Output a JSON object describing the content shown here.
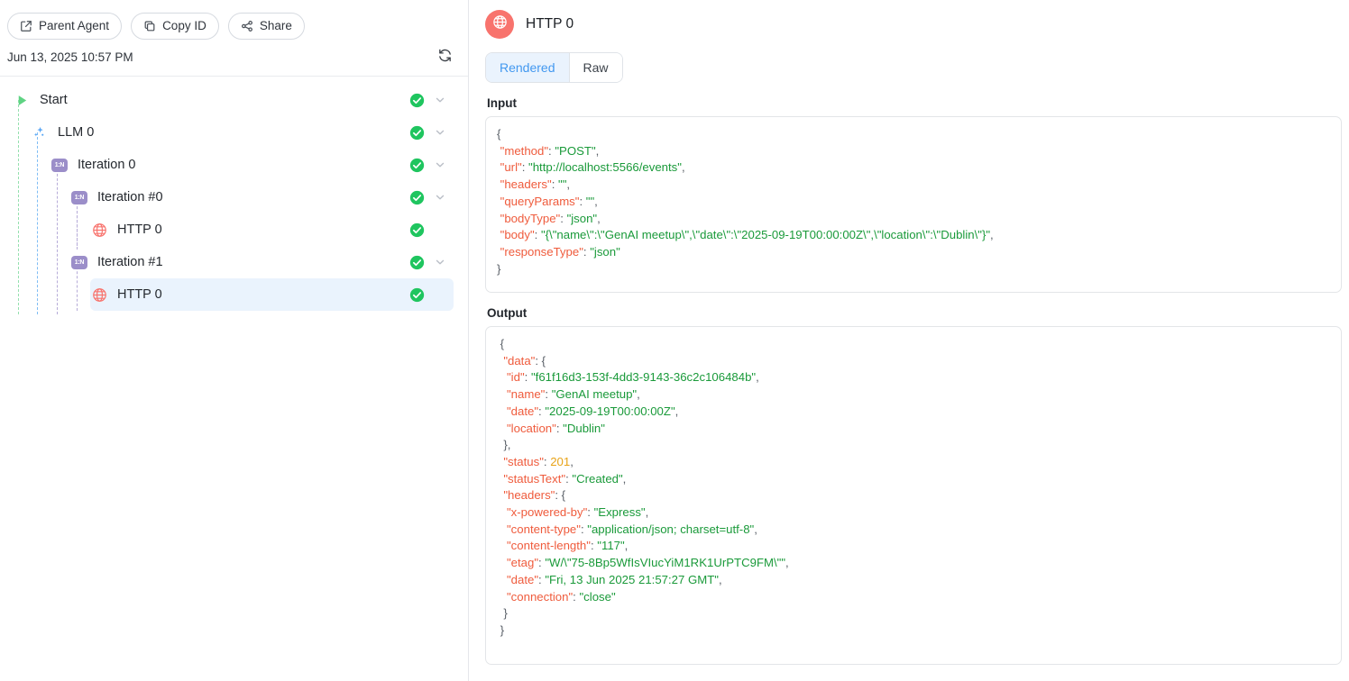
{
  "sidebar": {
    "toolbar": [
      {
        "label": "Parent Agent",
        "icon": "external-link-icon"
      },
      {
        "label": "Copy ID",
        "icon": "copy-icon"
      },
      {
        "label": "Share",
        "icon": "share-icon"
      }
    ],
    "timestamp": "Jun 13, 2025 10:57 PM",
    "refresh_icon": "refresh-icon",
    "tree": [
      {
        "label": "Start",
        "icon": "play-icon",
        "indent": 0,
        "status": "success",
        "chevron": true,
        "selected": false
      },
      {
        "label": "LLM 0",
        "icon": "sparkle-icon",
        "indent": 1,
        "status": "success",
        "chevron": true,
        "selected": false
      },
      {
        "label": "Iteration 0",
        "icon": "iteration-badge-icon",
        "badge_text": "1:N",
        "indent": 2,
        "status": "success",
        "chevron": true,
        "selected": false
      },
      {
        "label": "Iteration #0",
        "icon": "iteration-badge-icon",
        "badge_text": "1:N",
        "indent": 3,
        "status": "success",
        "chevron": true,
        "selected": false
      },
      {
        "label": "HTTP 0",
        "icon": "globe-icon",
        "indent": 4,
        "status": "success",
        "chevron": false,
        "selected": false
      },
      {
        "label": "Iteration #1",
        "icon": "iteration-badge-icon",
        "badge_text": "1:N",
        "indent": 3,
        "status": "success",
        "chevron": true,
        "selected": false
      },
      {
        "label": "HTTP 0",
        "icon": "globe-icon",
        "indent": 4,
        "status": "success",
        "chevron": false,
        "selected": true
      }
    ]
  },
  "main": {
    "header": {
      "title": "HTTP 0",
      "icon": "globe-icon",
      "avatar_color": "#f8736d"
    },
    "tabs": [
      {
        "label": "Rendered",
        "active": true
      },
      {
        "label": "Raw",
        "active": false
      }
    ],
    "input": {
      "label": "Input",
      "lines": [
        [
          {
            "t": "{",
            "c": "p"
          }
        ],
        [
          {
            "t": " ",
            "c": "p"
          },
          {
            "t": "\"method\"",
            "c": "k"
          },
          {
            "t": ": ",
            "c": "p"
          },
          {
            "t": "\"POST\"",
            "c": "s"
          },
          {
            "t": ",",
            "c": "p"
          }
        ],
        [
          {
            "t": " ",
            "c": "p"
          },
          {
            "t": "\"url\"",
            "c": "k"
          },
          {
            "t": ": ",
            "c": "p"
          },
          {
            "t": "\"http://localhost:5566/events\"",
            "c": "s"
          },
          {
            "t": ",",
            "c": "p"
          }
        ],
        [
          {
            "t": " ",
            "c": "p"
          },
          {
            "t": "\"headers\"",
            "c": "k"
          },
          {
            "t": ": ",
            "c": "p"
          },
          {
            "t": "\"\"",
            "c": "s"
          },
          {
            "t": ",",
            "c": "p"
          }
        ],
        [
          {
            "t": " ",
            "c": "p"
          },
          {
            "t": "\"queryParams\"",
            "c": "k"
          },
          {
            "t": ": ",
            "c": "p"
          },
          {
            "t": "\"\"",
            "c": "s"
          },
          {
            "t": ",",
            "c": "p"
          }
        ],
        [
          {
            "t": " ",
            "c": "p"
          },
          {
            "t": "\"bodyType\"",
            "c": "k"
          },
          {
            "t": ": ",
            "c": "p"
          },
          {
            "t": "\"json\"",
            "c": "s"
          },
          {
            "t": ",",
            "c": "p"
          }
        ],
        [
          {
            "t": " ",
            "c": "p"
          },
          {
            "t": "\"body\"",
            "c": "k"
          },
          {
            "t": ": ",
            "c": "p"
          },
          {
            "t": "\"{\\\"name\\\":\\\"GenAI meetup\\\",\\\"date\\\":\\\"2025-09-19T00:00:00Z\\\",\\\"location\\\":\\\"Dublin\\\"}\"",
            "c": "s"
          },
          {
            "t": ",",
            "c": "p"
          }
        ],
        [
          {
            "t": " ",
            "c": "p"
          },
          {
            "t": "\"responseType\"",
            "c": "k"
          },
          {
            "t": ": ",
            "c": "p"
          },
          {
            "t": "\"json\"",
            "c": "s"
          }
        ],
        [
          {
            "t": "}",
            "c": "p"
          }
        ]
      ]
    },
    "output": {
      "label": "Output",
      "lines": [
        [
          {
            "t": " {",
            "c": "p"
          }
        ],
        [
          {
            "t": "  ",
            "c": "p"
          },
          {
            "t": "\"data\"",
            "c": "k"
          },
          {
            "t": ": {",
            "c": "p"
          }
        ],
        [
          {
            "t": "   ",
            "c": "p"
          },
          {
            "t": "\"id\"",
            "c": "k"
          },
          {
            "t": ": ",
            "c": "p"
          },
          {
            "t": "\"f61f16d3-153f-4dd3-9143-36c2c106484b\"",
            "c": "s"
          },
          {
            "t": ",",
            "c": "p"
          }
        ],
        [
          {
            "t": "   ",
            "c": "p"
          },
          {
            "t": "\"name\"",
            "c": "k"
          },
          {
            "t": ": ",
            "c": "p"
          },
          {
            "t": "\"GenAI meetup\"",
            "c": "s"
          },
          {
            "t": ",",
            "c": "p"
          }
        ],
        [
          {
            "t": "   ",
            "c": "p"
          },
          {
            "t": "\"date\"",
            "c": "k"
          },
          {
            "t": ": ",
            "c": "p"
          },
          {
            "t": "\"2025-09-19T00:00:00Z\"",
            "c": "s"
          },
          {
            "t": ",",
            "c": "p"
          }
        ],
        [
          {
            "t": "   ",
            "c": "p"
          },
          {
            "t": "\"location\"",
            "c": "k"
          },
          {
            "t": ": ",
            "c": "p"
          },
          {
            "t": "\"Dublin\"",
            "c": "s"
          }
        ],
        [
          {
            "t": "  },",
            "c": "p"
          }
        ],
        [
          {
            "t": "  ",
            "c": "p"
          },
          {
            "t": "\"status\"",
            "c": "k"
          },
          {
            "t": ": ",
            "c": "p"
          },
          {
            "t": "201",
            "c": "n"
          },
          {
            "t": ",",
            "c": "p"
          }
        ],
        [
          {
            "t": "  ",
            "c": "p"
          },
          {
            "t": "\"statusText\"",
            "c": "k"
          },
          {
            "t": ": ",
            "c": "p"
          },
          {
            "t": "\"Created\"",
            "c": "s"
          },
          {
            "t": ",",
            "c": "p"
          }
        ],
        [
          {
            "t": "  ",
            "c": "p"
          },
          {
            "t": "\"headers\"",
            "c": "k"
          },
          {
            "t": ": {",
            "c": "p"
          }
        ],
        [
          {
            "t": "   ",
            "c": "p"
          },
          {
            "t": "\"x-powered-by\"",
            "c": "k"
          },
          {
            "t": ": ",
            "c": "p"
          },
          {
            "t": "\"Express\"",
            "c": "s"
          },
          {
            "t": ",",
            "c": "p"
          }
        ],
        [
          {
            "t": "   ",
            "c": "p"
          },
          {
            "t": "\"content-type\"",
            "c": "k"
          },
          {
            "t": ": ",
            "c": "p"
          },
          {
            "t": "\"application/json; charset=utf-8\"",
            "c": "s"
          },
          {
            "t": ",",
            "c": "p"
          }
        ],
        [
          {
            "t": "   ",
            "c": "p"
          },
          {
            "t": "\"content-length\"",
            "c": "k"
          },
          {
            "t": ": ",
            "c": "p"
          },
          {
            "t": "\"117\"",
            "c": "s"
          },
          {
            "t": ",",
            "c": "p"
          }
        ],
        [
          {
            "t": "   ",
            "c": "p"
          },
          {
            "t": "\"etag\"",
            "c": "k"
          },
          {
            "t": ": ",
            "c": "p"
          },
          {
            "t": "\"W/\\\"75-8Bp5WfIsVIucYiM1RK1UrPTC9FM\\\"\"",
            "c": "s"
          },
          {
            "t": ",",
            "c": "p"
          }
        ],
        [
          {
            "t": "   ",
            "c": "p"
          },
          {
            "t": "\"date\"",
            "c": "k"
          },
          {
            "t": ": ",
            "c": "p"
          },
          {
            "t": "\"Fri, 13 Jun 2025 21:57:27 GMT\"",
            "c": "s"
          },
          {
            "t": ",",
            "c": "p"
          }
        ],
        [
          {
            "t": "   ",
            "c": "p"
          },
          {
            "t": "\"connection\"",
            "c": "k"
          },
          {
            "t": ": ",
            "c": "p"
          },
          {
            "t": "\"close\"",
            "c": "s"
          }
        ],
        [
          {
            "t": "  }",
            "c": "p"
          }
        ],
        [
          {
            "t": " }",
            "c": "p"
          }
        ]
      ]
    }
  },
  "colors": {
    "accent_blue": "#4298f0",
    "success_green": "#22c55e",
    "http_red": "#f8736d",
    "iteration_purple": "#9b8ec9",
    "json_key": "#ef5b3c",
    "json_string": "#1a9a3a",
    "json_number": "#e8a317"
  }
}
